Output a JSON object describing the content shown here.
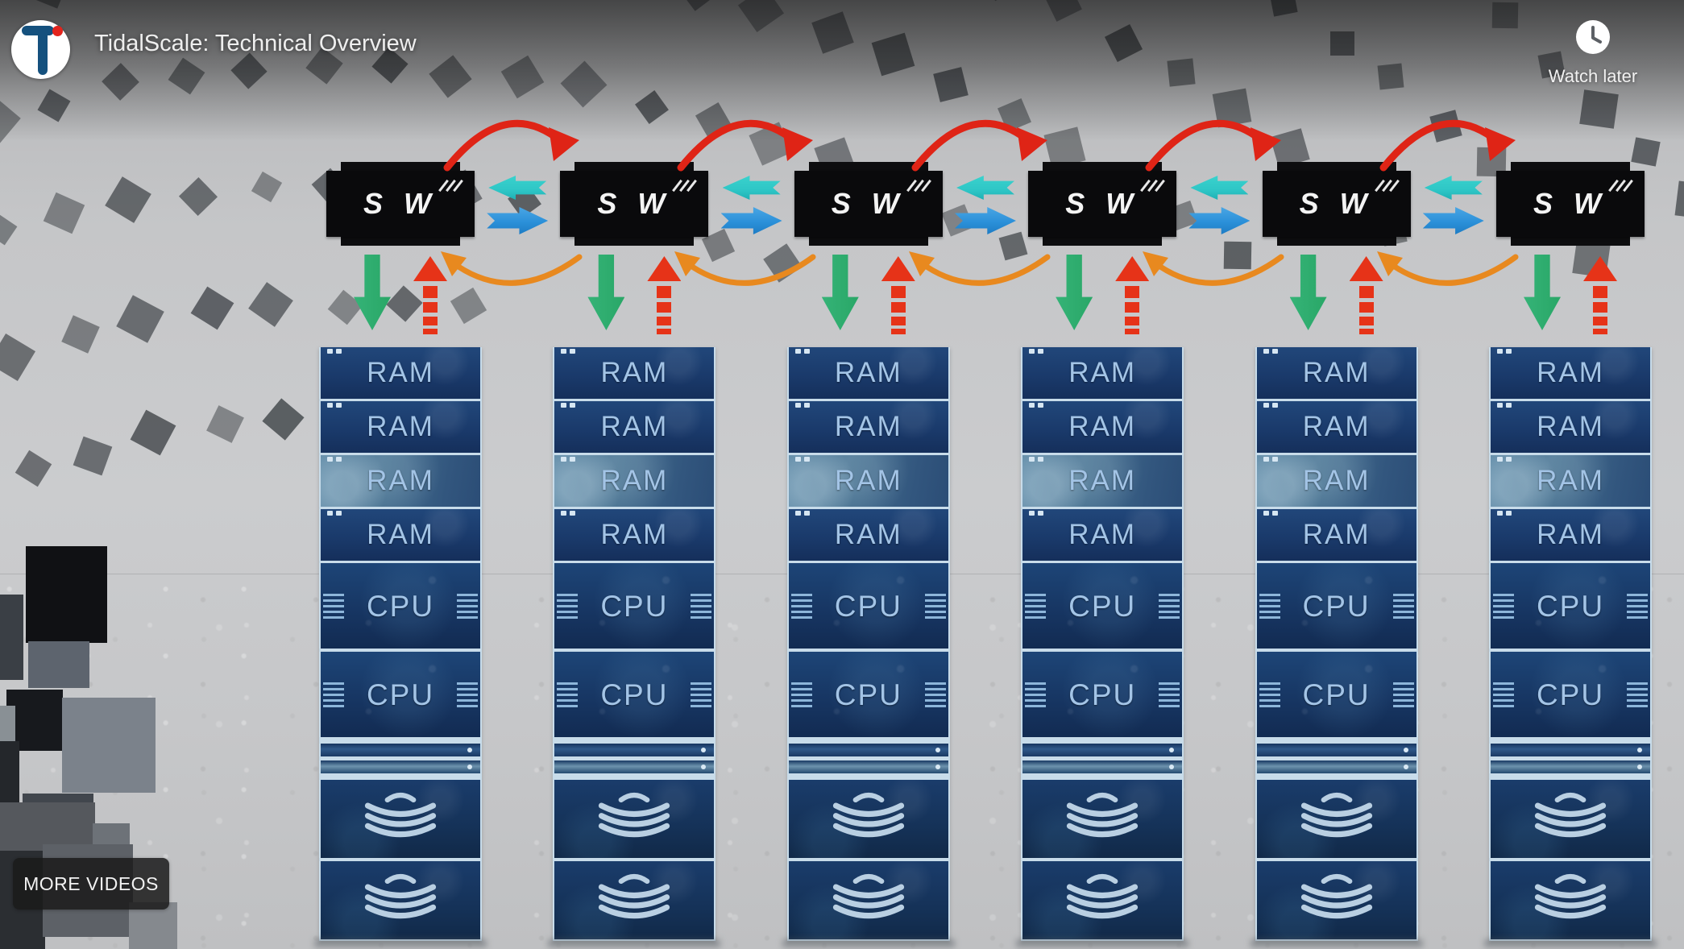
{
  "player": {
    "title": "TidalScale: Technical Overview",
    "channel_logo_letter": "T",
    "watch_later_label": "Watch later",
    "more_videos_label": "MORE VIDEOS"
  },
  "diagram": {
    "node_count": 6,
    "switch_label": "S W",
    "columns": [
      {
        "switch": "S W",
        "rams": [
          "RAM",
          "RAM",
          "RAM",
          "RAM"
        ],
        "highlighted_ram_row": 3,
        "cpus": [
          "CPU",
          "CPU"
        ],
        "disk_count": 2
      },
      {
        "switch": "S W",
        "rams": [
          "RAM",
          "RAM",
          "RAM",
          "RAM"
        ],
        "highlighted_ram_row": 3,
        "cpus": [
          "CPU",
          "CPU"
        ],
        "disk_count": 2
      },
      {
        "switch": "S W",
        "rams": [
          "RAM",
          "RAM",
          "RAM",
          "RAM"
        ],
        "highlighted_ram_row": 3,
        "cpus": [
          "CPU",
          "CPU"
        ],
        "disk_count": 2
      },
      {
        "switch": "S W",
        "rams": [
          "RAM",
          "RAM",
          "RAM",
          "RAM"
        ],
        "highlighted_ram_row": 3,
        "cpus": [
          "CPU",
          "CPU"
        ],
        "disk_count": 2
      },
      {
        "switch": "S W",
        "rams": [
          "RAM",
          "RAM",
          "RAM",
          "RAM"
        ],
        "highlighted_ram_row": 3,
        "cpus": [
          "CPU",
          "CPU"
        ],
        "disk_count": 2
      },
      {
        "switch": "S W",
        "rams": [
          "RAM",
          "RAM",
          "RAM",
          "RAM"
        ],
        "highlighted_ram_row": 3,
        "cpus": [
          "CPU",
          "CPU"
        ],
        "disk_count": 2
      }
    ],
    "colors": {
      "switch_bg": "#0a0a0c",
      "ram_bg": "#1a3a6b",
      "ram_highlight_bg": "#46708f",
      "cpu_bg": "#173663",
      "disk_bg": "#153258",
      "module_text": "#a3c4e6",
      "separator": "#c8dcea",
      "arrow_red_arc": "#df2416",
      "arrow_cyan": "#2ec6c6",
      "arrow_blue": "#2b90d9",
      "arrow_green": "#29a767",
      "arrow_red_dashed": "#e63318",
      "arrow_orange": "#e8891f"
    }
  }
}
